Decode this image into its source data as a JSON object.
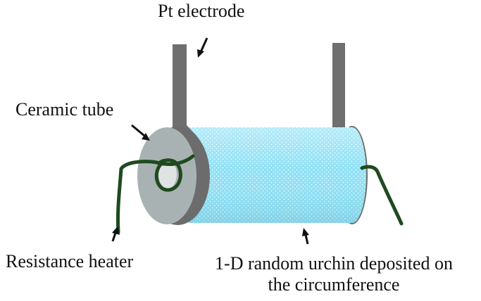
{
  "labels": {
    "pt_electrode": "Pt electrode",
    "ceramic_tube": "Ceramic tube",
    "resistance_heater": "Resistance heater",
    "urchin_line1": "1-D random urchin deposited on",
    "urchin_line2": "the circumference"
  },
  "colors": {
    "electrode": "#6f6f6f",
    "electrode_edge": "#555555",
    "end_cap_face": "#a9b2b2",
    "end_cap_rim": "#6c6c6c",
    "tube_bore": "#dfe3e3",
    "coating": "#8fe0f4",
    "coating_dots": "#e8fbff",
    "heater_wire": "#1f4a1f",
    "arrow": "#111111"
  }
}
